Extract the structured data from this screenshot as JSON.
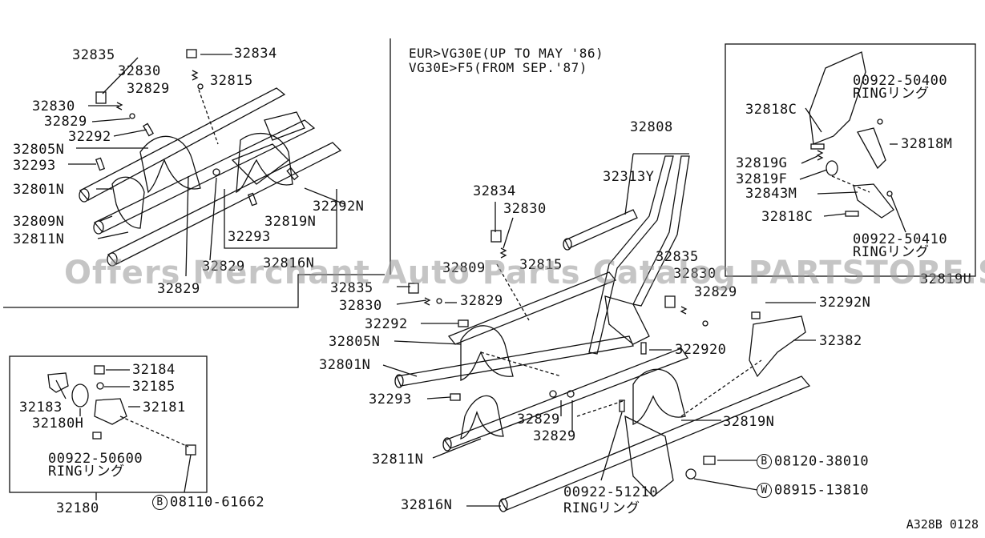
{
  "header_note": {
    "line1": "EUR>VG30E(UP TO MAY '86)",
    "line2": "VG30E>F5(FROM SEP.'87)"
  },
  "watermark": "Offers Merchant Auto Parts Catalog PARTSTORE.SA",
  "diagram_ref": "A328B 0128",
  "colors": {
    "ink": "#111111",
    "watermark": "#999999"
  },
  "labels": {
    "l_32835a": "32835",
    "l_32834a": "32834",
    "l_32830a": "32830",
    "l_32829a": "32829",
    "l_32815a": "32815",
    "l_32830b": "32830",
    "l_32829b": "32829",
    "l_32292a": "32292",
    "l_32805Na": "32805N",
    "l_32293a": "32293",
    "l_32801Na": "32801N",
    "l_32809N": "32809N",
    "l_32811Na": "32811N",
    "l_32292Na": "32292N",
    "l_32819Na": "32819N",
    "l_32293b": "32293",
    "l_32816Na": "32816N",
    "l_32829c": "32829",
    "l_32829d": "32829",
    "l_32808": "32808",
    "l_32313Y": "32313Y",
    "l_32834b": "32834",
    "l_32830c": "32830",
    "l_32809": "32809",
    "l_32815b": "32815",
    "l_32835b": "32835",
    "l_32830d": "32830",
    "l_32829e": "32829",
    "l_32292b": "32292",
    "l_32805Nb": "32805N",
    "l_32801Nb": "32801N",
    "l_32293c": "32293",
    "l_32829f": "32829",
    "l_32829g": "32829",
    "l_32811Nb": "32811N",
    "l_32816Nb": "32816N",
    "l_32835c": "32835",
    "l_32830e": "32830",
    "l_32829h": "32829",
    "l_32292Nb": "32292N",
    "l_32382": "32382",
    "l_322920": "322920",
    "l_32819Nb": "32819N",
    "l_08120": "08120-38010",
    "l_08915": "08915-13810",
    "l_00922_51210": "00922-51210",
    "l_ring1": "RINGリング",
    "l_00922_50400": "00922-50400",
    "l_ring2": "RINGリング",
    "l_32818C1": "32818C",
    "l_32818M": "32818M",
    "l_32819G": "32819G",
    "l_32819F": "32819F",
    "l_32843M": "32843M",
    "l_32818C2": "32818C",
    "l_00922_50410": "00922-50410",
    "l_ring3": "RINGリング",
    "l_32819U": "32819U",
    "l_32184": "32184",
    "l_32185": "32185",
    "l_32183": "32183",
    "l_32181": "32181",
    "l_32180H": "32180H",
    "l_00922_50600": "00922-50600",
    "l_ring4": "RINGリング",
    "l_32180": "32180",
    "l_08110": "08110-61662",
    "b_letter": "B",
    "w_letter": "W"
  }
}
